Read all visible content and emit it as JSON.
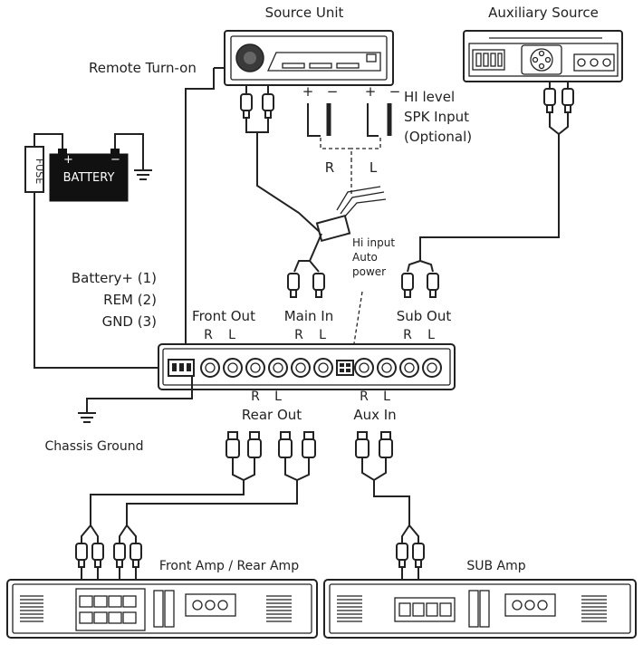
{
  "labels": {
    "source_unit": "Source Unit",
    "auxiliary_source": "Auxiliary Source",
    "remote_turn_on": "Remote Turn-on",
    "hi_level_line1": "HI level",
    "hi_level_line2": "SPK Input",
    "hi_level_line3": "(Optional)",
    "battery": "BATTERY",
    "fuse": "FUSE",
    "hi_input_line1": "Hi input",
    "hi_input_line2": "Auto",
    "hi_input_line3": "power",
    "battery_plus": "Battery+ (1)",
    "rem": "REM (2)",
    "gnd": "GND (3)",
    "front_out": "Front Out",
    "main_in": "Main In",
    "sub_out": "Sub Out",
    "rear_out": "Rear Out",
    "aux_in": "Aux In",
    "chassis_ground": "Chassis Ground",
    "front_rear_amp": "Front Amp / Rear Amp",
    "sub_amp": "SUB Amp",
    "r": "R",
    "l": "L",
    "plus": "+",
    "minus": "−"
  }
}
